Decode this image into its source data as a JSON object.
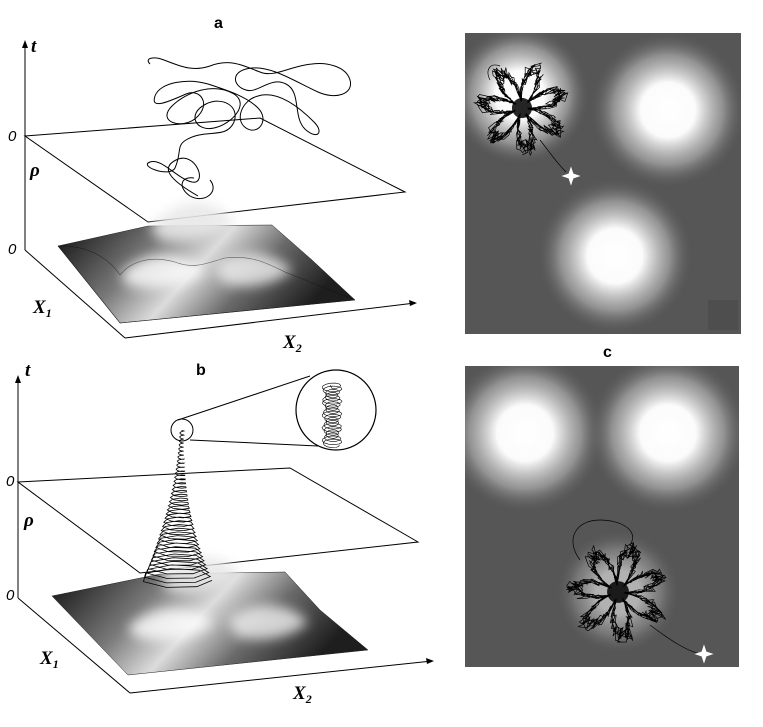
{
  "panels": {
    "a": {
      "label": "a"
    },
    "b": {
      "label": "b"
    },
    "c": {
      "label": "c"
    }
  },
  "axes": {
    "t": "t",
    "rho": "ρ",
    "zero": "0",
    "x1_main": "X",
    "x1_sub": "1",
    "x2_main": "X",
    "x2_sub": "2"
  },
  "markers": {
    "start_symbol": "white-star"
  },
  "colors": {
    "surface_dark": "#1a1a1a",
    "surface_light": "#f2f2f2",
    "heatmap_bg": "#5a5a5a",
    "peak": "#ffffff",
    "trajectory": "#000000"
  }
}
